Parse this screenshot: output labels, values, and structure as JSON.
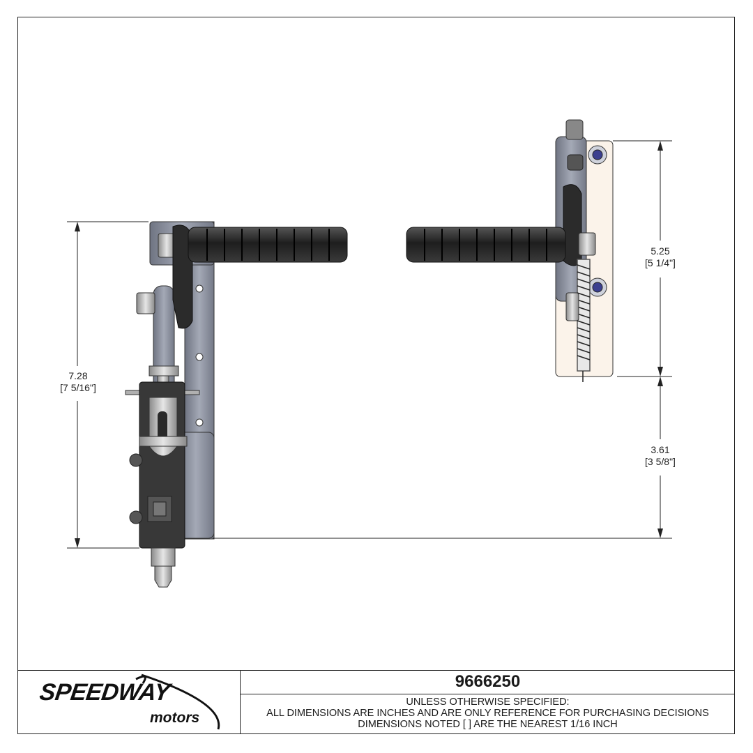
{
  "part_number": "9666250",
  "notes": {
    "line1": "UNLESS OTHERWISE SPECIFIED:",
    "line2": "ALL DIMENSIONS ARE INCHES AND ARE ONLY REFERENCE FOR PURCHASING DECISIONS",
    "line3": "DIMENSIONS NOTED [ ] ARE THE NEAREST 1/16 INCH"
  },
  "logo": {
    "brand": "SPEEDWAY",
    "sub": "motors"
  },
  "dimensions": {
    "overall_height": {
      "decimal": "7.28",
      "fraction": "[7 5/16\"]"
    },
    "upper_height": {
      "decimal": "5.25",
      "fraction": "[5 1/4\"]"
    },
    "lower_height": {
      "decimal": "3.61",
      "fraction": "[3 5/8\"]"
    }
  },
  "colors": {
    "bracket": "#8e93a1",
    "grip": "#2a2a2a",
    "block": "#3a3a3a",
    "line": "#222222"
  }
}
